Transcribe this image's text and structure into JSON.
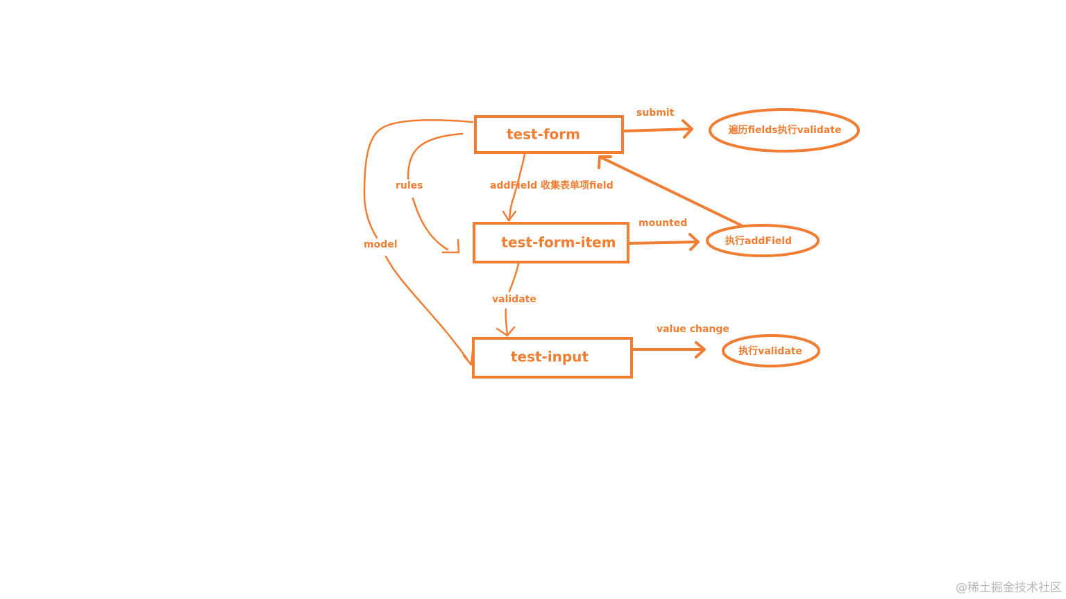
{
  "colors": {
    "accent": "#f07d32",
    "watermark": "#b8b8b8",
    "background": "#ffffff"
  },
  "nodes": {
    "test_form": "test-form",
    "test_form_item": "test-form-item",
    "test_input": "test-input"
  },
  "ellipses": {
    "traverse_validate": "遍历fields执行validate",
    "exec_addfield": "执行addField",
    "exec_validate": "执行validate"
  },
  "edges": {
    "submit": "submit",
    "mounted": "mounted",
    "value_change": "value change",
    "rules": "rules",
    "model": "model",
    "addfield": "addField  收集表单项field",
    "validate": "validate"
  },
  "watermark": "@稀土掘金技术社区"
}
